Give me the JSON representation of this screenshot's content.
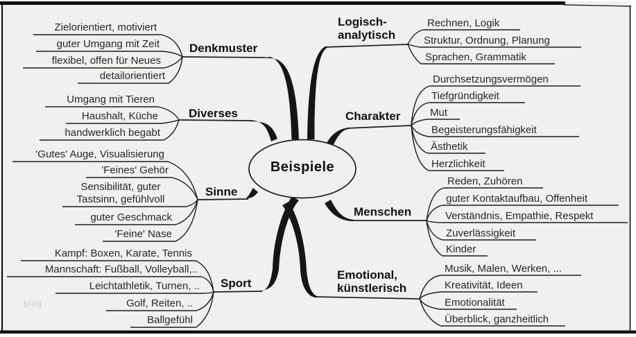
{
  "center": {
    "label": "Beispiele"
  },
  "watermark": "blog",
  "colors": {
    "background": "#f1f0ee",
    "line": "#1c1c1c",
    "leaf_text": "#26262a",
    "label_text": "#101010"
  },
  "branches": [
    {
      "id": "denkmuster",
      "label": "Denkmuster",
      "side": "left",
      "items": [
        "Zielorientiert, motiviert",
        "guter Umgang mit Zeit",
        "flexibel, offen für Neues",
        "detailorientiert"
      ]
    },
    {
      "id": "diverses",
      "label": "Diverses",
      "side": "left",
      "items": [
        "Umgang mit Tieren",
        "Haushalt, Küche",
        "handwerklich begabt"
      ]
    },
    {
      "id": "sinne",
      "label": "Sinne",
      "side": "left",
      "items": [
        "'Gutes' Auge, Visualisierung",
        "'Feines' Gehör",
        "Sensibilität, guter\nTastsinn, gefühlvoll",
        "guter Geschmack",
        "'Feine' Nase"
      ]
    },
    {
      "id": "sport",
      "label": "Sport",
      "side": "left",
      "items": [
        "Kampf: Boxen, Karate, Tennis",
        "Mannschaft: Fußball, Volleyball,..",
        "Leichtathletik, Turnen, ..",
        "Golf, Reiten, ..",
        "Ballgefühl"
      ]
    },
    {
      "id": "logisch-analytisch",
      "label": "Logisch-\nanalytisch",
      "side": "right",
      "items": [
        "Rechnen, Logik",
        "Struktur, Ordnung, Planung",
        "Sprachen, Grammatik"
      ]
    },
    {
      "id": "charakter",
      "label": "Charakter",
      "side": "right",
      "items": [
        "Durchsetzungsvermögen",
        "Tiefgründigkeit",
        "Mut",
        "Begeisterungsfähigkeit",
        "Ästhetik",
        "Herzlichkeit"
      ]
    },
    {
      "id": "menschen",
      "label": "Menschen",
      "side": "right",
      "items": [
        "Reden, Zuhören",
        "guter Kontaktaufbau, Offenheit",
        "Verständnis, Empathie, Respekt",
        "Zuverlässigkeit",
        "Kinder"
      ]
    },
    {
      "id": "emotional",
      "label": "Emotional,\nkünstlerisch",
      "side": "right",
      "items": [
        "Musik, Malen, Werken, ...",
        "Kreativität, Ideen",
        "Emotionalität",
        "Überblick, ganzheitlich"
      ]
    }
  ]
}
